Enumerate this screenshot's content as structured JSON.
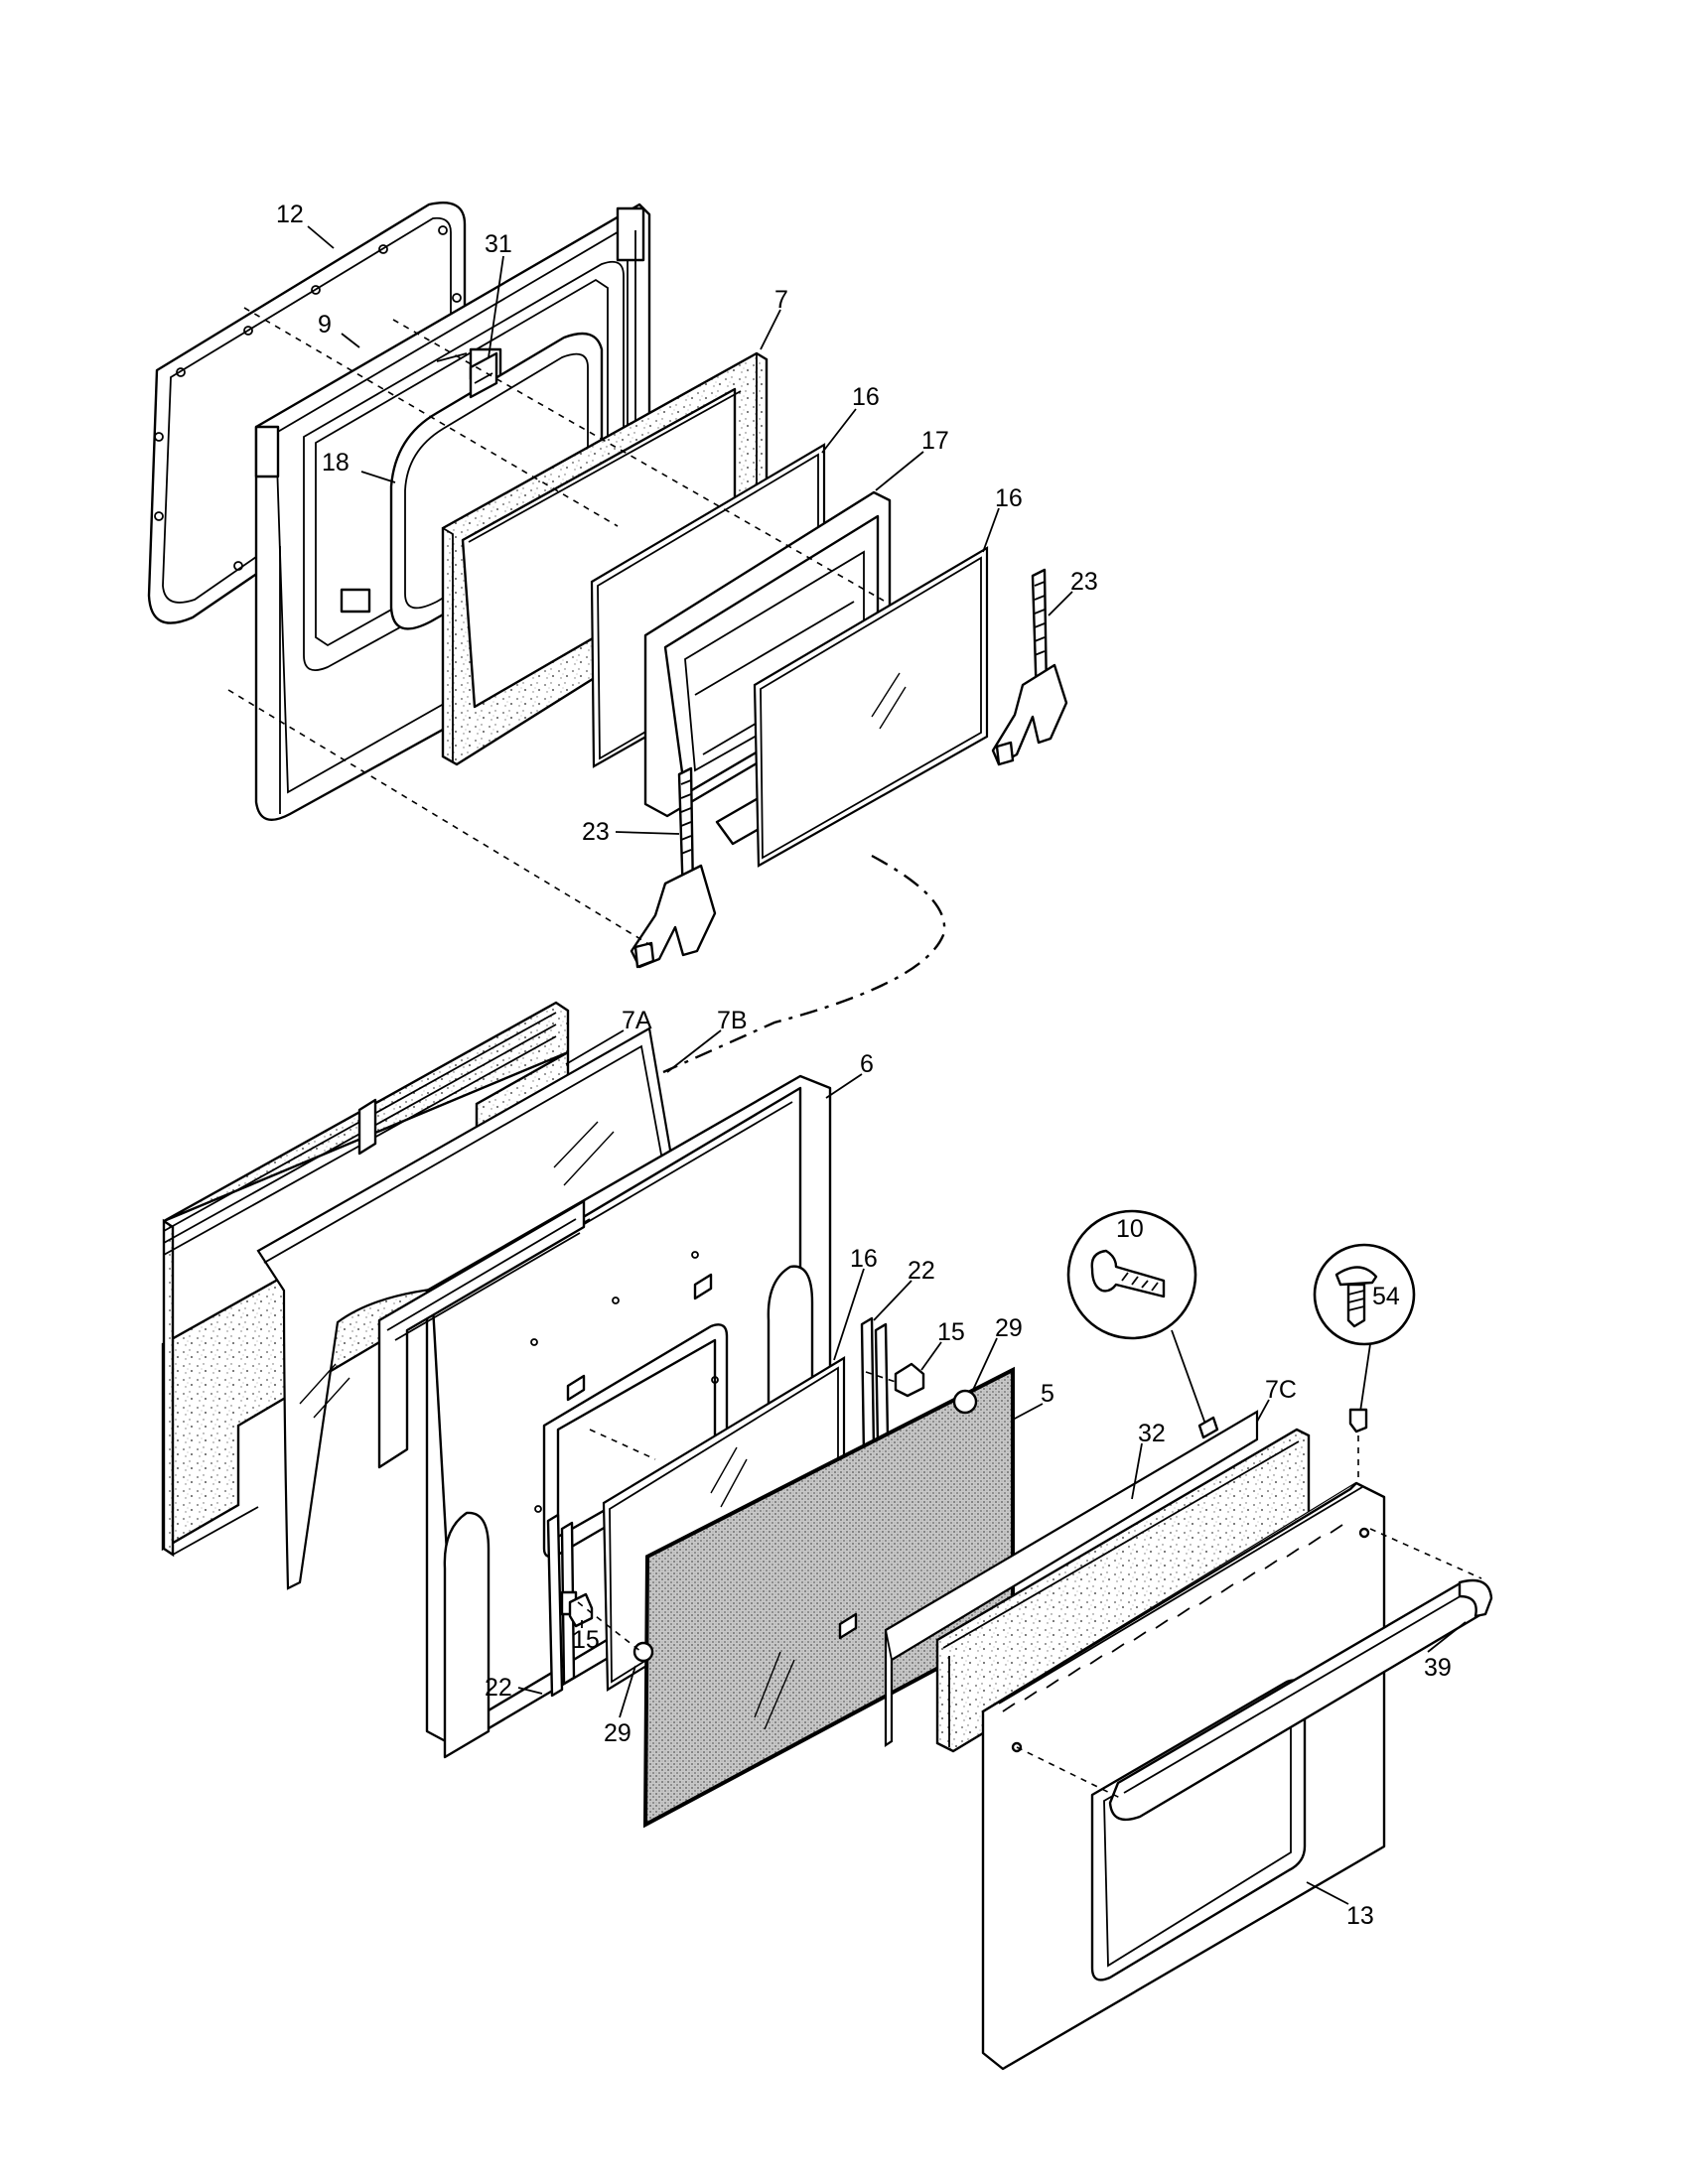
{
  "diagram": {
    "callouts": [
      {
        "id": "c12",
        "text": "12"
      },
      {
        "id": "c31",
        "text": "31"
      },
      {
        "id": "c9",
        "text": "9"
      },
      {
        "id": "c7",
        "text": "7"
      },
      {
        "id": "c16a",
        "text": "16"
      },
      {
        "id": "c17",
        "text": "17"
      },
      {
        "id": "c18",
        "text": "18"
      },
      {
        "id": "c16b",
        "text": "16"
      },
      {
        "id": "c23a",
        "text": "23"
      },
      {
        "id": "c23b",
        "text": "23"
      },
      {
        "id": "c7a",
        "text": "7A"
      },
      {
        "id": "c7b",
        "text": "7B"
      },
      {
        "id": "c6",
        "text": "6"
      },
      {
        "id": "c10",
        "text": "10"
      },
      {
        "id": "c54",
        "text": "54"
      },
      {
        "id": "c16c",
        "text": "16"
      },
      {
        "id": "c22a",
        "text": "22"
      },
      {
        "id": "c15a",
        "text": "15"
      },
      {
        "id": "c29a",
        "text": "29"
      },
      {
        "id": "c5",
        "text": "5"
      },
      {
        "id": "c7c",
        "text": "7C"
      },
      {
        "id": "c32",
        "text": "32"
      },
      {
        "id": "c15b",
        "text": "15"
      },
      {
        "id": "c22b",
        "text": "22"
      },
      {
        "id": "c29b",
        "text": "29"
      },
      {
        "id": "c39",
        "text": "39"
      },
      {
        "id": "c13",
        "text": "13"
      }
    ]
  }
}
